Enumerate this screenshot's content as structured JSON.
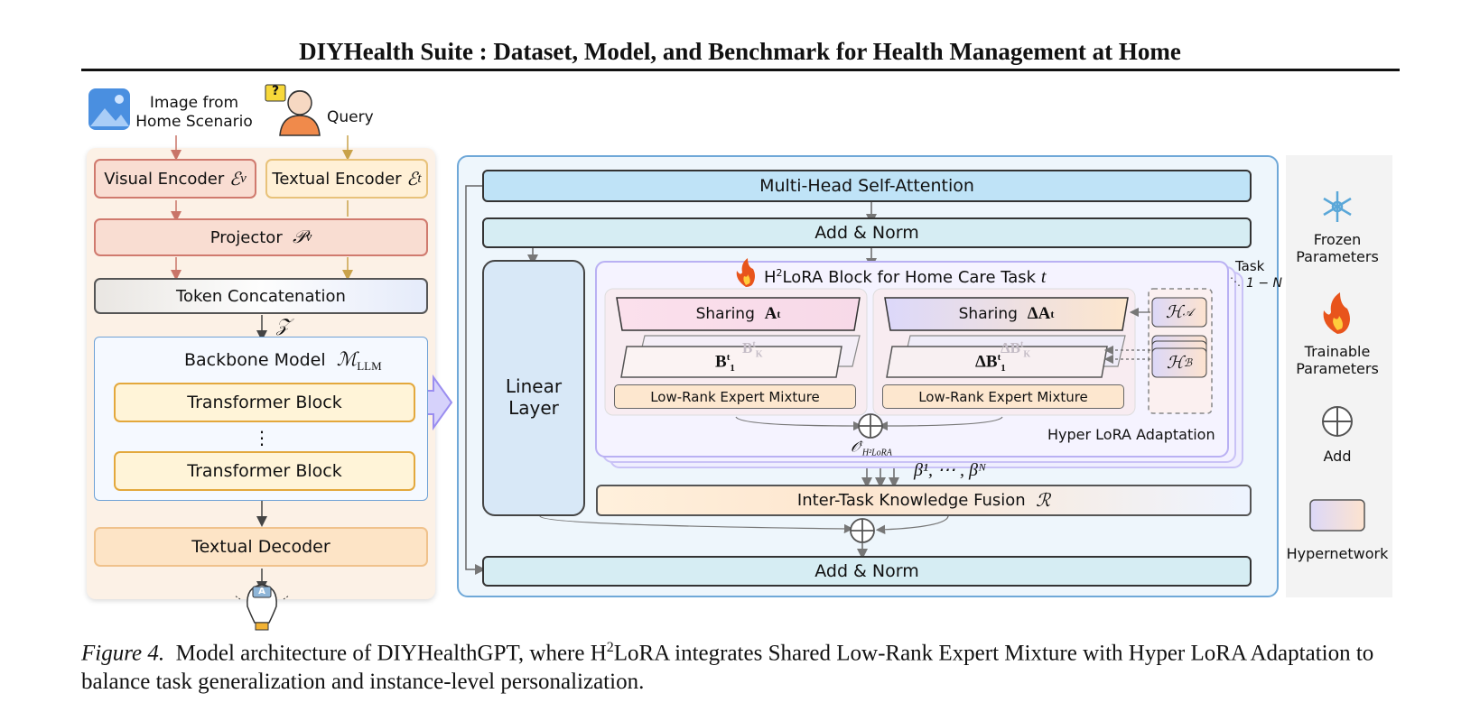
{
  "title": "DIYHealth Suite : Dataset, Model, and Benchmark for Health Management at Home",
  "inputs": {
    "image_label_line1": "Image from",
    "image_label_line2": "Home Scenario",
    "query_label": "Query",
    "query_bubble": "?"
  },
  "left": {
    "visual_encoder": "Visual Encoder",
    "visual_encoder_sym": "ℰ",
    "visual_encoder_sub": "v",
    "textual_encoder": "Textual Encoder",
    "textual_encoder_sym": "ℰ",
    "textual_encoder_sub": "t",
    "projector": "Projector",
    "projector_sym": "𝒫",
    "projector_sub": "v",
    "token_concat": "Token Concatenation",
    "z_sym": "𝒵",
    "backbone": "Backbone Model",
    "backbone_sym": "ℳ",
    "backbone_sub": "LLM",
    "transformer_block_1": "Transformer Block",
    "vdots": "⋮",
    "transformer_block_2": "Transformer Block",
    "textual_decoder": "Textual Decoder",
    "output_symbol": "A"
  },
  "right": {
    "mhsa": "Multi-Head Self-Attention",
    "add_norm_top": "Add & Norm",
    "linear_layer_line1": "Linear",
    "linear_layer_line2": "Layer",
    "h2lora_title_pre": "H",
    "h2lora_title_sup": "2",
    "h2lora_title_post": "LoRA Block for Home Care Task",
    "h2lora_title_var": "t",
    "task_label": "Task",
    "task_range": "1 − N",
    "sharing_a": "Sharing",
    "sharing_a_sym": "A",
    "sharing_a_sup": "t",
    "sharing_da": "Sharing",
    "sharing_da_sym": "ΔA",
    "sharing_da_sup": "t",
    "b1": "B",
    "b1_sup": "t",
    "b1_sub": "1",
    "bk": "B",
    "bk_sup": "t",
    "bk_sub": "K",
    "db1": "ΔB",
    "db1_sup": "t",
    "db1_sub": "1",
    "dbk": "ΔB",
    "dbk_sup": "t",
    "dbk_sub": "K",
    "mixture_left": "Low-Rank Expert Mixture",
    "mixture_right": "Low-Rank Expert Mixture",
    "hyper_a": "ℋ",
    "hyper_a_sub": "𝒜",
    "hyper_b": "ℋ",
    "hyper_b_sub": "ℬ",
    "hyper_lora": "Hyper LoRA Adaptation",
    "o_sym": "𝒪",
    "o_sup": "t",
    "o_sub": "H²LoRA",
    "betas": "β¹, ⋯ , βᴺ",
    "fusion": "Inter-Task Knowledge Fusion",
    "fusion_sym": "ℛ",
    "add_norm_bottom": "Add & Norm"
  },
  "legend": {
    "frozen": "Frozen Parameters",
    "trainable": "Trainable Parameters",
    "add": "Add",
    "hypernetwork": "Hypernetwork"
  },
  "caption": {
    "fig": "Figure 4.",
    "text_pre": "Model architecture of DIYHealthGPT, where H",
    "text_sup": "2",
    "text_post": "LoRA integrates Shared Low-Rank Expert Mixture with Hyper LoRA Adaptation to balance task generalization and instance-level personalization."
  },
  "colors": {
    "left_panel_bg": "#fcf1e6",
    "right_panel_bg": "#eef6fc",
    "right_panel_border": "#6fa8d8",
    "accent_purple": "#9b8ef0",
    "flame": "#e8541c"
  }
}
